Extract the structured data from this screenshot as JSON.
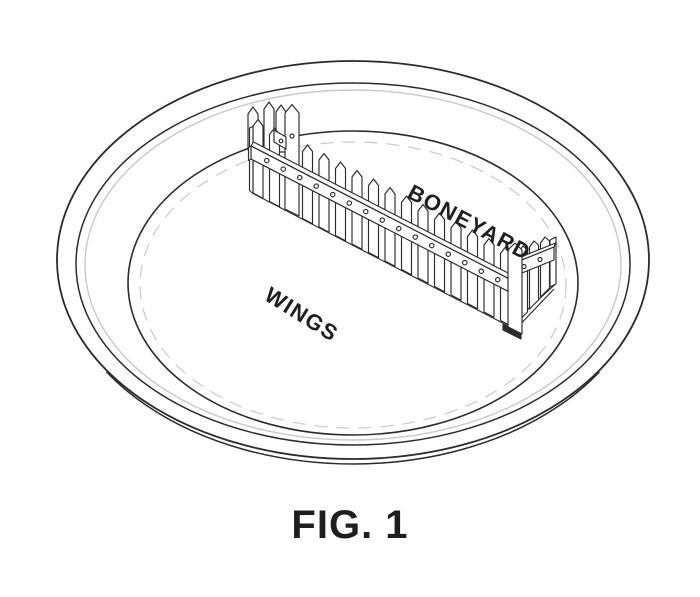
{
  "figure": {
    "caption": "FIG. 1",
    "labels": {
      "boneyard": "BONEYARD",
      "wings": "WINGS"
    }
  },
  "colors": {
    "line": "#2b2b2b",
    "light_line": "#c9c9c9",
    "dashed_line": "#cdcdcd",
    "background": "#ffffff"
  }
}
